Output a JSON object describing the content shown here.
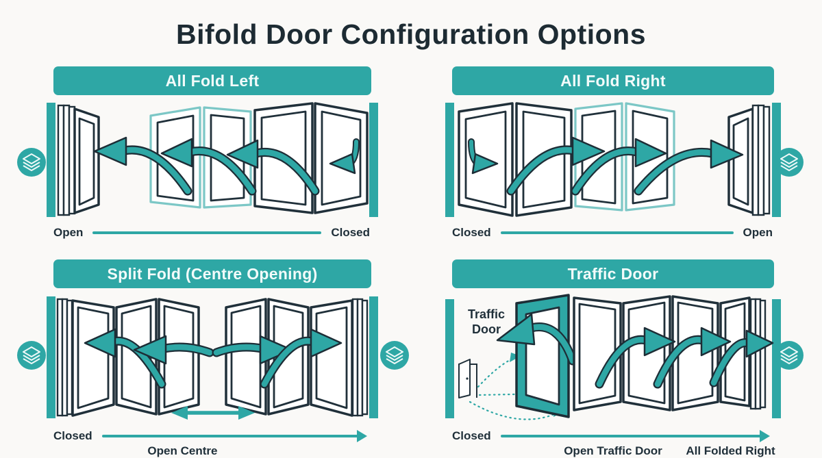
{
  "page": {
    "title": "Bifold Door Configuration Options"
  },
  "colors": {
    "teal": "#2ea7a5",
    "teal_light": "#7cc7c6",
    "ink": "#20303a",
    "background": "#faf9f7"
  },
  "panels": {
    "all_fold_left": {
      "title": "All Fold Left",
      "left_label": "Open",
      "right_label": "Closed"
    },
    "all_fold_right": {
      "title": "All Fold Right",
      "left_label": "Closed",
      "right_label": "Open"
    },
    "split_fold": {
      "title": "Split Fold (Centre Opening)",
      "left_label": "Closed",
      "center_label": "Open Centre"
    },
    "traffic_door": {
      "title": "Traffic Door",
      "annotation_line1": "Traffic",
      "annotation_line2": "Door",
      "left_label": "Closed",
      "mid_label": "Open Traffic Door",
      "right_label": "All Folded Right"
    }
  },
  "icons": {
    "stack": "layers-stack-icon",
    "mini_door": "open-door-icon"
  }
}
